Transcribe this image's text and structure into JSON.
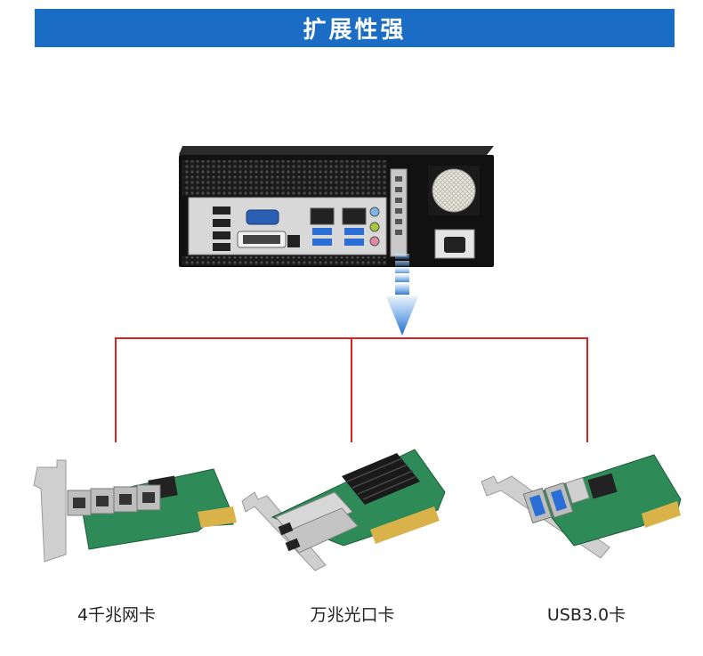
{
  "banner": {
    "title": "扩展性强"
  },
  "colors": {
    "banner": "#1a6cc4",
    "connector": "#e02020",
    "arrow": "#1f6bc9",
    "pcb": "#2e8b57"
  },
  "cards": [
    {
      "label": "4千兆网卡"
    },
    {
      "label": "万兆光口卡"
    },
    {
      "label": "USB3.0卡"
    }
  ]
}
